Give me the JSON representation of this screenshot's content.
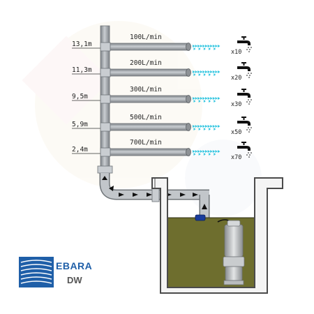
{
  "levels": [
    {
      "height": "13,1m",
      "flow": "100L/min",
      "taps": "x10"
    },
    {
      "height": "11,3m",
      "flow": "200L/min",
      "taps": "x20"
    },
    {
      "height": "9,5m",
      "flow": "300L/min",
      "taps": "x30"
    },
    {
      "height": "5,9m",
      "flow": "500L/min",
      "taps": "x50"
    },
    {
      "height": "2,4m",
      "flow": "700L/min",
      "taps": "x70"
    }
  ],
  "brand": {
    "name": "EBARA",
    "model": "DW"
  },
  "colors": {
    "pipe": "#9ea3a8",
    "pipe_edge": "#6f7478",
    "water": "#6e6e2e",
    "spray": "#33c6e0",
    "tank_wall": "#6b6b6b",
    "brand_blue": "#1f5fa8",
    "text": "#222222"
  },
  "icons": {
    "tap": "faucet-icon",
    "logo": "ebara-logo-icon",
    "pump": "submersible-pump-icon"
  }
}
